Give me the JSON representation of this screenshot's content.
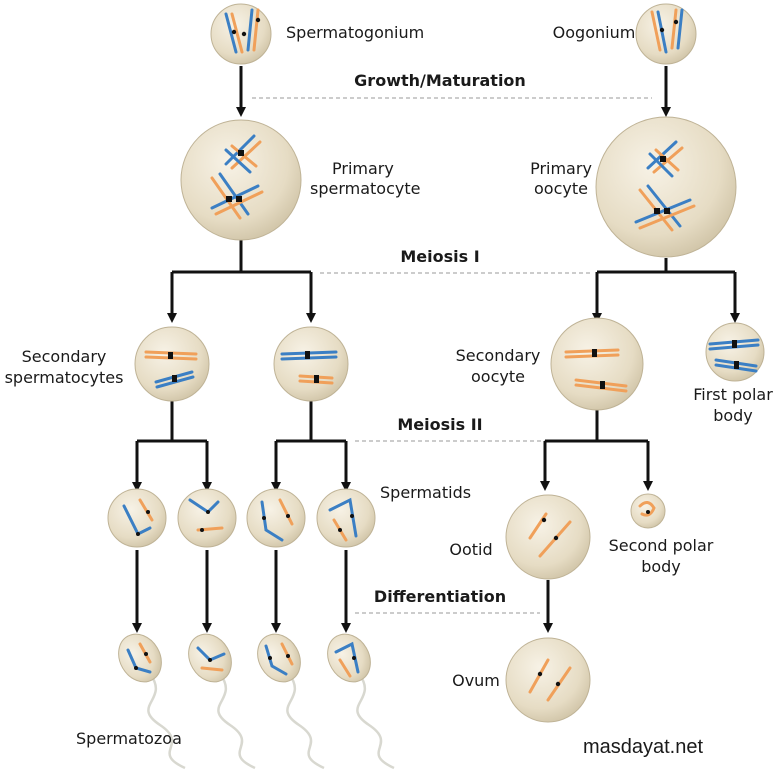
{
  "labels": {
    "spermatogonium": "Spermatogonium",
    "oogonium": "Oogonium",
    "primary_spermatocyte_line1": "Primary",
    "primary_spermatocyte_line2": "spermatocyte",
    "primary_oocyte_line1": "Primary",
    "primary_oocyte_line2": "oocyte",
    "secondary_spermatocytes_line1": "Secondary",
    "secondary_spermatocytes_line2": "spermatocytes",
    "secondary_oocyte_line1": "Secondary",
    "secondary_oocyte_line2": "oocyte",
    "first_polar_body_line1": "First polar",
    "first_polar_body_line2": "body",
    "spermatids": "Spermatids",
    "ootid": "Ootid",
    "second_polar_body_line1": "Second polar",
    "second_polar_body_line2": "body",
    "ovum": "Ovum",
    "spermatozoa": "Spermatozoa"
  },
  "stages": {
    "growth": "Growth/Maturation",
    "meiosis1": "Meiosis I",
    "meiosis2": "Meiosis II",
    "differentiation": "Differentiation"
  },
  "watermark": "masdayat.net",
  "colors": {
    "chromosome_blue": "#3b7fc4",
    "chromosome_orange": "#f0a05a",
    "cell_fill": "#e8dfc8",
    "watermark": "#1f2fd6"
  }
}
